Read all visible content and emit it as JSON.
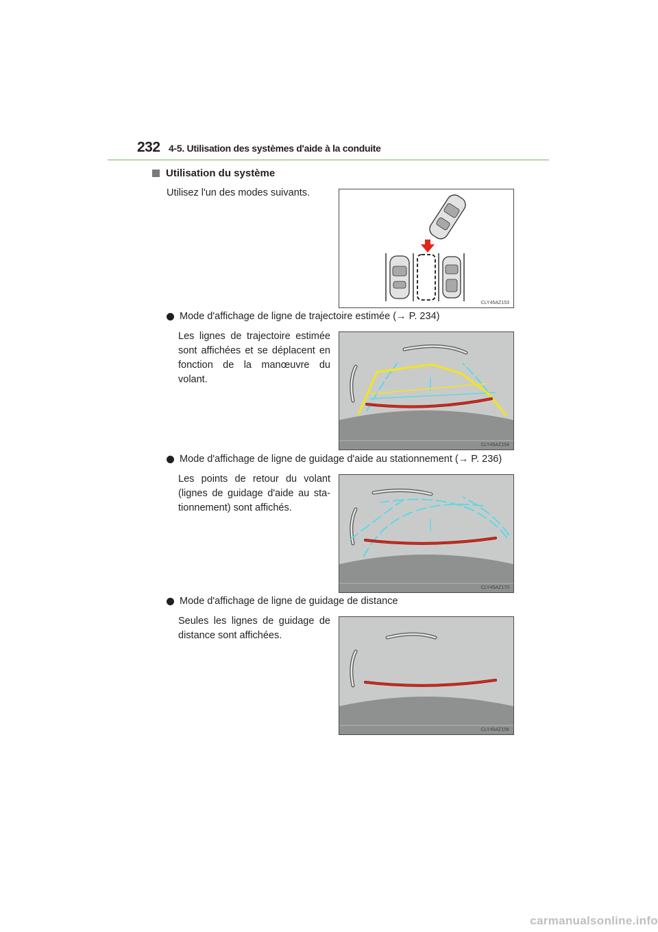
{
  "header": {
    "page_number": "232",
    "section_title": "4-5. Utilisation des systèmes d'aide à la conduite"
  },
  "content": {
    "heading": "Utilisation du système",
    "intro": "Utilisez l'un des modes suivants.",
    "modes": [
      {
        "title": "Mode d'affichage de ligne de trajectoire estimée (→ P. 234)",
        "description": "Les lignes de trajectoire estimée sont affichées et se déplacent en fonction de la manœuvre du volant."
      },
      {
        "title": "Mode d'affichage de ligne de guidage d'aide au stationnement (→ P. 236)",
        "description": "Les points de retour du volant (lignes de guidage d'aide au sta-tionnement) sont affichés."
      },
      {
        "title": "Mode d'affichage de ligne de guidage de distance",
        "description": "Seules les lignes de guidage de distance sont affichées."
      }
    ]
  },
  "figures": [
    {
      "code": "CLY45AZ153"
    },
    {
      "code": "CLY45AZ154"
    },
    {
      "code": "CLY45AZ170"
    },
    {
      "code": "CLY45AZ156"
    }
  ],
  "colors": {
    "header_rule": "#b8d8a8",
    "screen_background": "#c9cbca",
    "ground": "#8e9190",
    "trajectory_line": "#f2e51e",
    "distance_line": "#d42a1e",
    "guide_line": "#5fd8e4",
    "arrow": "#e0261b"
  },
  "footer": {
    "watermark": "carmanualsonline.info"
  }
}
